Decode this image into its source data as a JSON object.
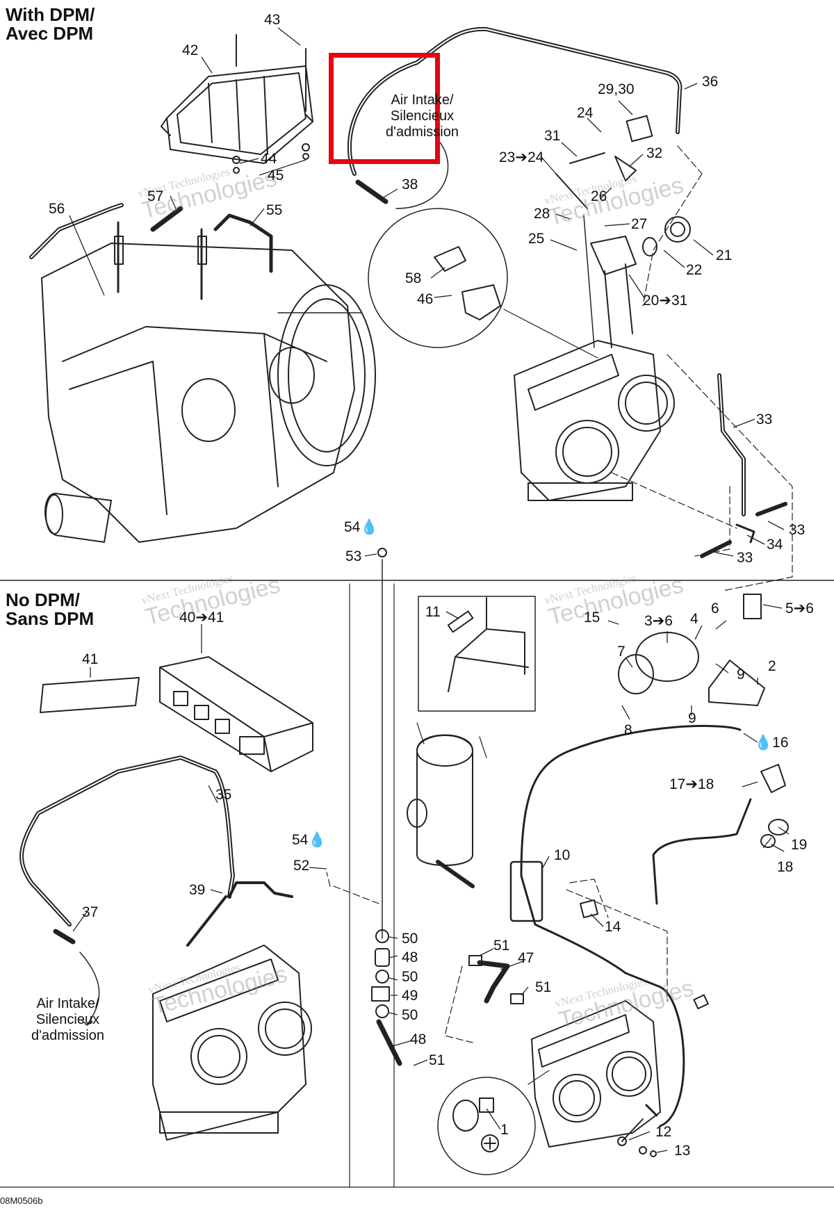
{
  "sections": {
    "with_dpm": "With DPM/\nAvec DPM",
    "no_dpm": "No DPM/\nSans DPM"
  },
  "captions": {
    "air_intake_top": "Air Intake/\nSilencieux\nd'admission",
    "air_intake_bottom": "Air Intake/\nSilencieux\nd'admission"
  },
  "watermark": {
    "line1": "vNext Technologies",
    "line2": "Technologies"
  },
  "reference_code": "08M0506b",
  "highlight_color": "#e30613",
  "callouts": [
    {
      "id": "c43",
      "label": "43"
    },
    {
      "id": "c42",
      "label": "42"
    },
    {
      "id": "c44",
      "label": "44"
    },
    {
      "id": "c45",
      "label": "45"
    },
    {
      "id": "c36",
      "label": "36"
    },
    {
      "id": "c29",
      "label": "29,30"
    },
    {
      "id": "c24",
      "label": "24"
    },
    {
      "id": "c31",
      "label": "31"
    },
    {
      "id": "c23",
      "label": "23➔24"
    },
    {
      "id": "c32",
      "label": "32"
    },
    {
      "id": "c26",
      "label": "26"
    },
    {
      "id": "c38",
      "label": "38"
    },
    {
      "id": "c57",
      "label": "57"
    },
    {
      "id": "c56",
      "label": "56"
    },
    {
      "id": "c55",
      "label": "55"
    },
    {
      "id": "c28",
      "label": "28"
    },
    {
      "id": "c27",
      "label": "27"
    },
    {
      "id": "c25",
      "label": "25"
    },
    {
      "id": "c21",
      "label": "21"
    },
    {
      "id": "c22",
      "label": "22"
    },
    {
      "id": "c58",
      "label": "58"
    },
    {
      "id": "c46",
      "label": "46"
    },
    {
      "id": "c20",
      "label": "20➔31"
    },
    {
      "id": "c33a",
      "label": "33"
    },
    {
      "id": "c33b",
      "label": "33"
    },
    {
      "id": "c34",
      "label": "34"
    },
    {
      "id": "c33c",
      "label": "33"
    },
    {
      "id": "c54a",
      "label": "54💧"
    },
    {
      "id": "c53",
      "label": "53"
    },
    {
      "id": "c40",
      "label": "40➔41"
    },
    {
      "id": "c41",
      "label": "41"
    },
    {
      "id": "c11",
      "label": "11"
    },
    {
      "id": "c15",
      "label": "15"
    },
    {
      "id": "c3",
      "label": "3➔6"
    },
    {
      "id": "c4",
      "label": "4"
    },
    {
      "id": "c6",
      "label": "6"
    },
    {
      "id": "c5",
      "label": "5➔6"
    },
    {
      "id": "c7",
      "label": "7"
    },
    {
      "id": "c9a",
      "label": "9"
    },
    {
      "id": "c2",
      "label": "2"
    },
    {
      "id": "c8",
      "label": "8"
    },
    {
      "id": "c9b",
      "label": "9"
    },
    {
      "id": "c16",
      "label": "💧16"
    },
    {
      "id": "c35",
      "label": "35"
    },
    {
      "id": "c17",
      "label": "17➔18"
    },
    {
      "id": "c54b",
      "label": "54💧"
    },
    {
      "id": "c52",
      "label": "52"
    },
    {
      "id": "c19",
      "label": "19"
    },
    {
      "id": "c10",
      "label": "10"
    },
    {
      "id": "c18",
      "label": "18"
    },
    {
      "id": "c39",
      "label": "39"
    },
    {
      "id": "c37",
      "label": "37"
    },
    {
      "id": "c14",
      "label": "14"
    },
    {
      "id": "c50a",
      "label": "50"
    },
    {
      "id": "c48a",
      "label": "48"
    },
    {
      "id": "c51a",
      "label": "51"
    },
    {
      "id": "c47",
      "label": "47"
    },
    {
      "id": "c50b",
      "label": "50"
    },
    {
      "id": "c49",
      "label": "49"
    },
    {
      "id": "c51b",
      "label": "51"
    },
    {
      "id": "c50c",
      "label": "50"
    },
    {
      "id": "c48b",
      "label": "48"
    },
    {
      "id": "c51c",
      "label": "51"
    },
    {
      "id": "c1",
      "label": "1"
    },
    {
      "id": "c12",
      "label": "12"
    },
    {
      "id": "c13",
      "label": "13"
    }
  ]
}
